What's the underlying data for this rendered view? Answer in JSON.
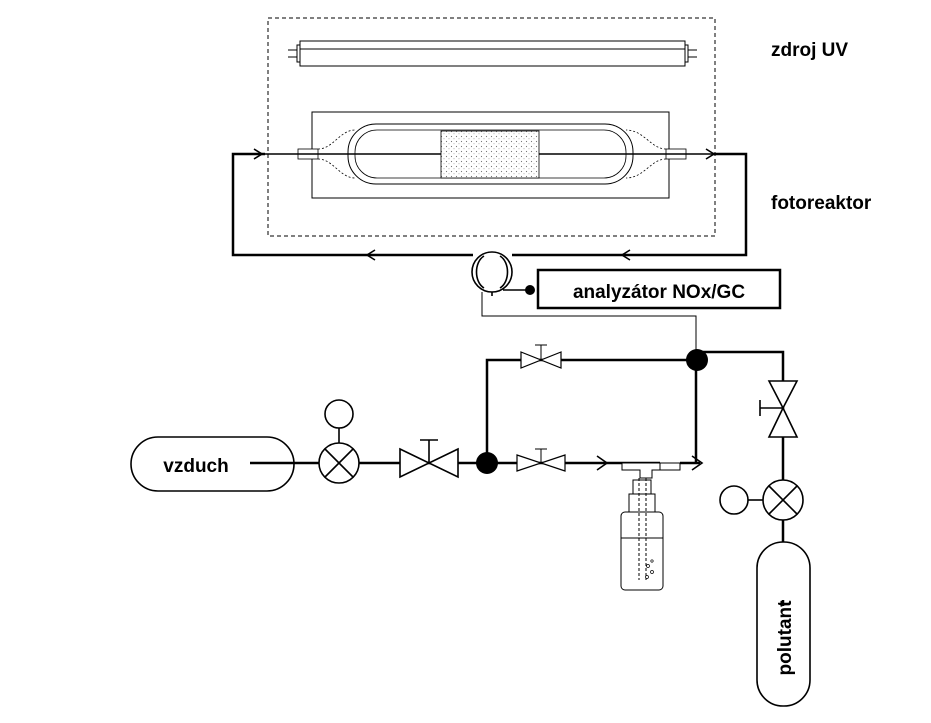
{
  "labels": {
    "uv_source": "zdroj UV",
    "photoreactor": "fotoreaktor",
    "analyzer": "analyzátor NOx/GC",
    "air": "vzduch",
    "pollutant": "polutant"
  },
  "colors": {
    "line": "#000000",
    "background": "#ffffff",
    "catalyst_fill": "#e8e8e8"
  }
}
